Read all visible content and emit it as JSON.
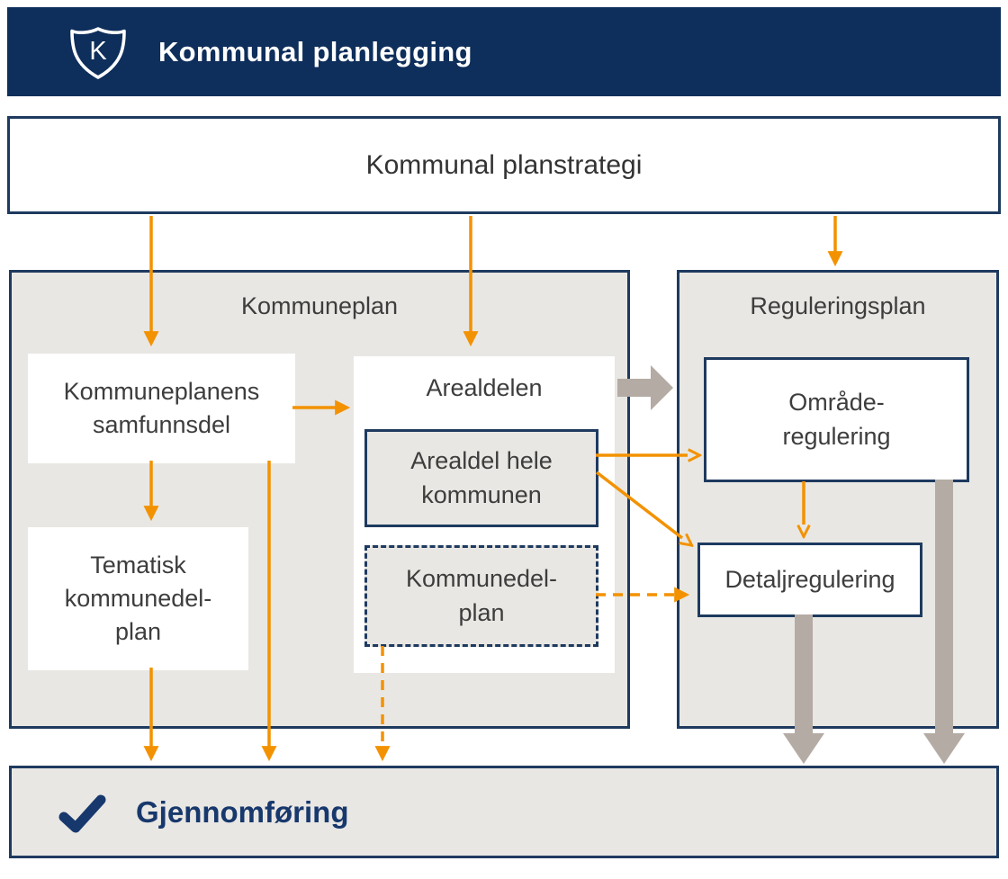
{
  "header": {
    "title": "Kommunal planlegging",
    "shield_letter": "K"
  },
  "planstrategi": {
    "label": "Kommunal planstrategi"
  },
  "kommuneplan": {
    "title": "Kommuneplan",
    "samfunnsdel_label": "Kommuneplanens samfunnsdel",
    "tematisk_label": "Tematisk kommunedel-plan",
    "arealdelen_title": "Arealdelen",
    "arealdel_hele_label": "Arealdel hele kommunen",
    "kommunedelplan_label": "Kommunedel-plan"
  },
  "reguleringsplan": {
    "title": "Reguleringsplan",
    "omraade_label": "Område-regulering",
    "detalj_label": "Detaljregulering"
  },
  "gjennomforing": {
    "label": "Gjennomføring"
  },
  "colors": {
    "header_navy": "#0e2e5b",
    "border_navy": "#1e3a5f",
    "arrow_orange": "#f39200",
    "panel_gray": "#e9e7e3",
    "thick_arrow_gray": "#b4aba4",
    "text_dark": "#3d3d3d",
    "bottom_text_navy": "#17386d"
  }
}
